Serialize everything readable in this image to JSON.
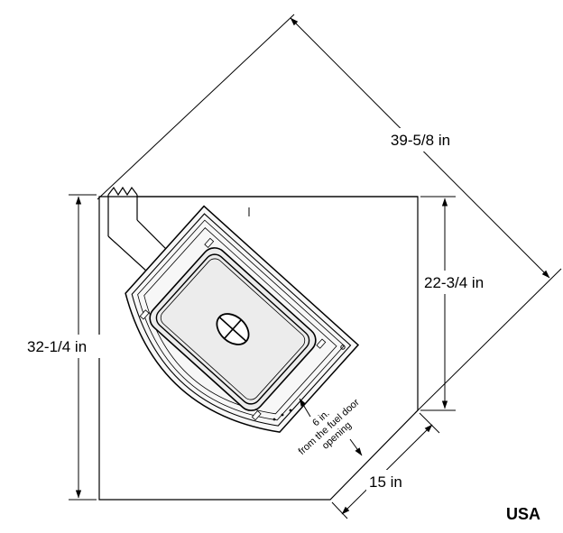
{
  "diagram": {
    "dimensions": {
      "diagonal": "39-5/8 in",
      "right_wall": "22-3/4 in",
      "left_wall": "32-1/4 in",
      "bottom_corner": "15 in"
    },
    "clearance_note": {
      "line1": "6 in.",
      "line2": "from the fuel door",
      "line3": "opening"
    },
    "region": "USA"
  }
}
